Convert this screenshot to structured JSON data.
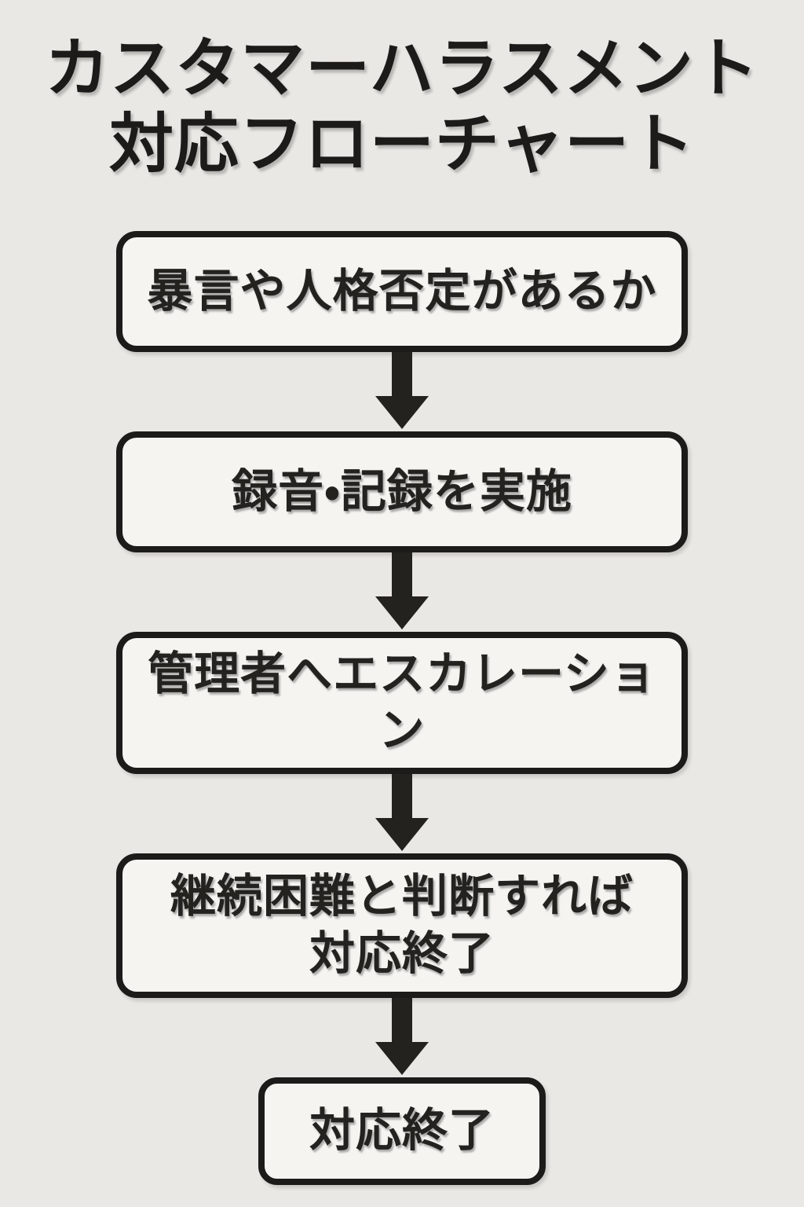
{
  "title": "カスタマーハラスメント\n対応フローチャート",
  "flow": {
    "steps": [
      {
        "label": "暴言や人格否定があるか"
      },
      {
        "label": "録音・記録を実施"
      },
      {
        "label": "管理者へエスカレーション"
      },
      {
        "label": "継続困難と判断すれば\n対応終了"
      },
      {
        "label": "対応終了"
      }
    ]
  },
  "colors": {
    "background": "#eae8e4",
    "box_fill": "#f5f4f1",
    "line_and_text": "#1c1b19"
  }
}
